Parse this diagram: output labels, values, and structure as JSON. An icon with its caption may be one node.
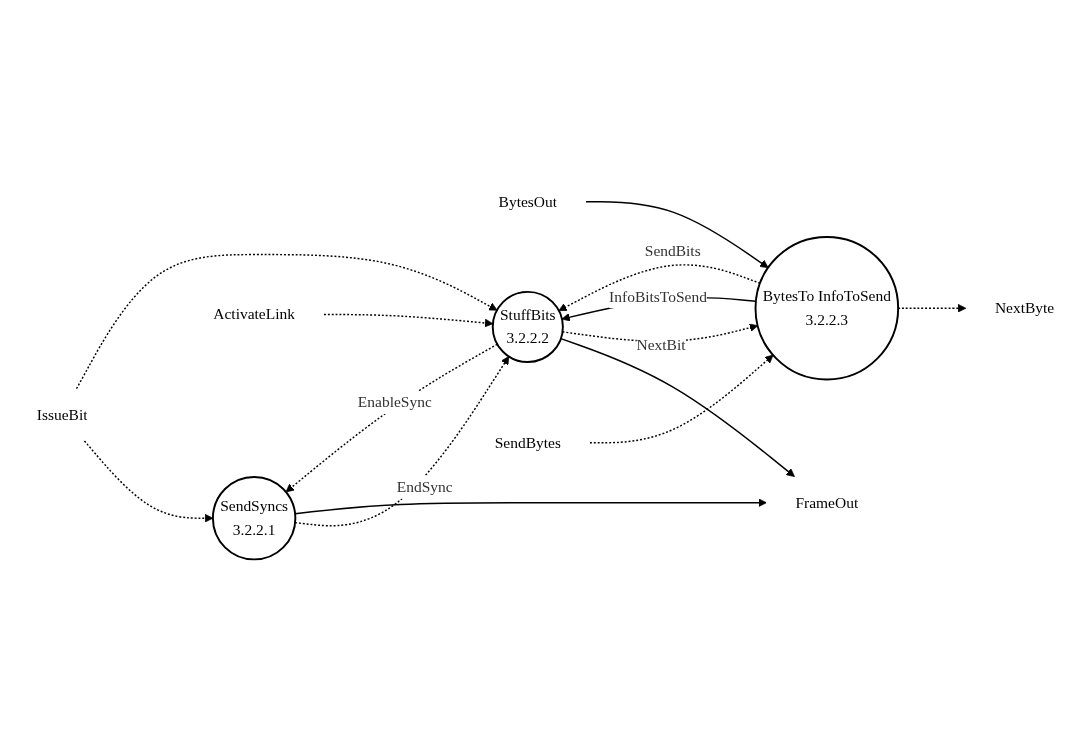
{
  "diagram": {
    "nodes": [
      {
        "text": [
          "SendSyncs",
          "3.2.2.1"
        ]
      },
      {
        "text": [
          "FrameOut"
        ]
      },
      {
        "text": [
          "IssueBit"
        ]
      },
      {
        "text": [
          "BytesOut"
        ]
      },
      {
        "text": [
          "StuffBits",
          "3.2.2.2"
        ]
      },
      {
        "text": [
          "SendBytes"
        ]
      },
      {
        "text": [
          "BytesTo InfoToSend",
          "3.2.2.3"
        ]
      },
      {
        "text": [
          "NextByte"
        ]
      },
      {
        "text": [
          "ActivateLink"
        ]
      }
    ],
    "edges": [
      {
        "from": 0,
        "to": 4,
        "arrow": "to",
        "label": "EndSync",
        "style": "dashed"
      },
      {
        "from": 4,
        "to": 0,
        "arrow": "to",
        "label": "EnableSync",
        "style": "dashed"
      },
      {
        "from": 2,
        "to": 0,
        "arrow": "to",
        "style": "dashed"
      },
      {
        "from": 2,
        "to": 4,
        "arrow": "to",
        "style": "dashed"
      },
      {
        "from": 0,
        "to": 1,
        "arrow": "to"
      },
      {
        "from": 4,
        "to": 1,
        "arrow": "to"
      },
      {
        "from": 3,
        "to": 6,
        "arrow": "to"
      },
      {
        "from": 5,
        "to": 6,
        "arrow": "to",
        "style": "dashed"
      },
      {
        "from": 6,
        "to": 7,
        "arrow": "to",
        "style": "dashed"
      },
      {
        "from": 6,
        "to": 4,
        "arrow": "to",
        "label": "InfoBitsToSend"
      },
      {
        "from": 6,
        "to": 4,
        "arrow": "to",
        "label": "SendBits",
        "style": "dashed"
      },
      {
        "from": 4,
        "to": 6,
        "arrow": "to",
        "label": "NextBit",
        "style": "dashed"
      },
      {
        "from": 8,
        "to": 4,
        "arrow": "to",
        "style": "dashed"
      }
    ]
  }
}
